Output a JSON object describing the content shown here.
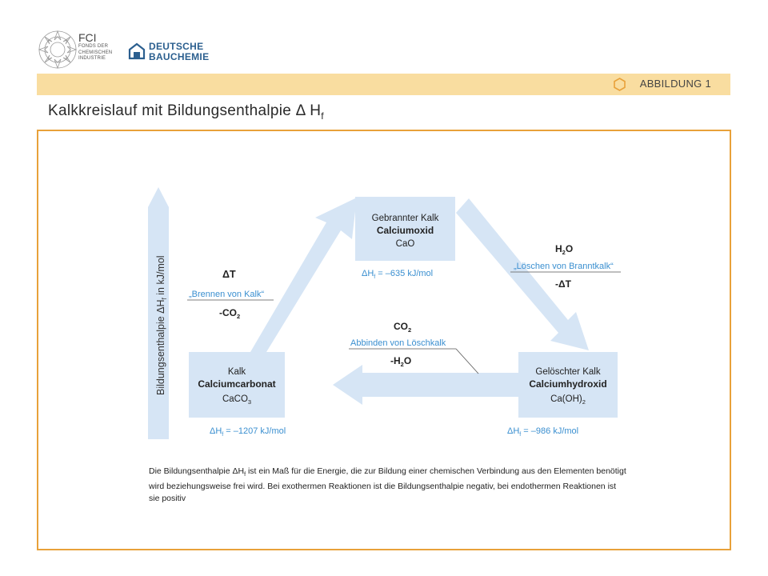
{
  "header": {
    "fci_logo": {
      "short": "FCI",
      "line1": "FONDS DER",
      "line2": "CHEMISCHEN",
      "line3": "INDUSTRIE"
    },
    "db_logo": {
      "line1": "DEUTSCHE",
      "line2": "BAUCHEMIE"
    },
    "band_label": "ABBILDUNG 1",
    "title": "Kalkkreislauf mit Bildungsenthalpie Δ H",
    "title_sub": "f"
  },
  "colors": {
    "accent": "#e8a13a",
    "band": "#f9dda0",
    "shape_fill": "#d6e5f5",
    "label_blue": "#3a8fd0",
    "text": "#222222"
  },
  "diagram": {
    "axis_label": "Bildungsenthalpie ΔH",
    "axis_label_sub": "f",
    "axis_label_rest": " in kJ/mol",
    "nodes": {
      "calciumoxid": {
        "common": "Gebrannter Kalk",
        "name": "Calciumoxid",
        "formula": "CaO",
        "enthalpy": "ΔH",
        "enthalpy_sub": "f",
        "enthalpy_value": " = –635 kJ/mol"
      },
      "calciumcarbonat": {
        "common": "Kalk",
        "name": "Calciumcarbonat",
        "formula": "CaCO",
        "formula_sub": "3",
        "enthalpy": "ΔH",
        "enthalpy_sub": "f",
        "enthalpy_value": " = –1207 kJ/mol"
      },
      "calciumhydroxid": {
        "common": "Gelöschter Kalk",
        "name": "Calciumhydroxid",
        "formula": "Ca(OH)",
        "formula_sub": "2",
        "enthalpy": "ΔH",
        "enthalpy_sub": "f",
        "enthalpy_value": " = –986 kJ/mol"
      }
    },
    "reactions": {
      "brennen": {
        "top": "ΔT",
        "label": "„Brennen von Kalk“",
        "bottom": "-CO",
        "bottom_sub": "2"
      },
      "loeschen": {
        "top": "H",
        "top_sub": "2",
        "top_rest": "O",
        "label": "„Löschen von Branntkalk“",
        "bottom": "-ΔT"
      },
      "abbinden": {
        "top": "CO",
        "top_sub": "2",
        "label": "Abbinden von Löschkalk",
        "bottom": "-H",
        "bottom_sub": "2",
        "bottom_rest": "O"
      }
    }
  },
  "caption": {
    "part1": "Die Bildungsenthalpie ΔH",
    "part1_sub": "f",
    "part2": " ist ein Maß für die Energie, die zur Bildung einer chemischen Verbindung aus den Elementen benötigt wird beziehungsweise frei wird. Bei exothermen Reaktionen ist die Bildungsenthalpie negativ, bei endothermen Reaktionen ist sie positiv"
  }
}
